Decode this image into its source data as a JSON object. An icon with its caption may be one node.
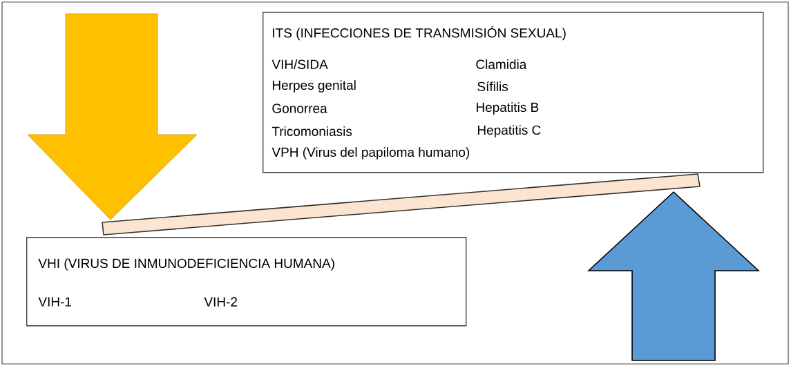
{
  "diagram": {
    "nodes": [
      {
        "text": [
          "ITS (INFECCIONES DE TRANSMISIÓN SEXUAL)",
          "VIH/SIDA",
          "Clamidia",
          "Herpes genital",
          "Sífilis",
          "Gonorrea",
          "Hepatitis B",
          "Tricomoniasis",
          "Hepatitis C",
          "VPH (Virus del papiloma humano)"
        ]
      },
      {
        "text": [
          "VHI (VIRUS DE INMUNODEFICIENCIA HUMANA)",
          "VIH-1",
          "VIH-2"
        ]
      }
    ]
  }
}
